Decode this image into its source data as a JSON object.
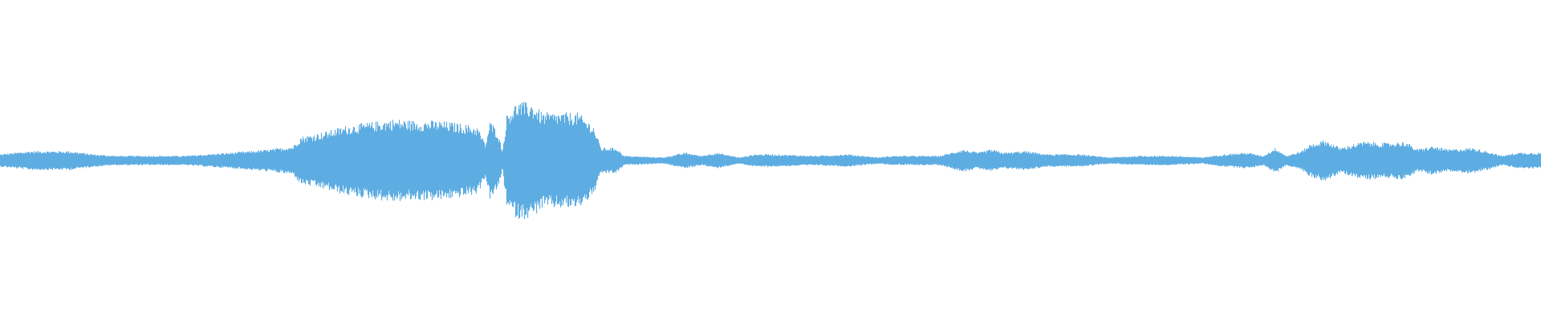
{
  "waveform": {
    "color": "#5dade2",
    "background": "#ffffff",
    "envelope": [
      [
        0.0,
        0.04
      ],
      [
        0.02,
        0.06
      ],
      [
        0.045,
        0.06
      ],
      [
        0.06,
        0.04
      ],
      [
        0.075,
        0.03
      ],
      [
        0.09,
        0.03
      ],
      [
        0.12,
        0.03
      ],
      [
        0.15,
        0.05
      ],
      [
        0.175,
        0.07
      ],
      [
        0.19,
        0.09
      ],
      [
        0.195,
        0.15
      ],
      [
        0.21,
        0.18
      ],
      [
        0.225,
        0.22
      ],
      [
        0.24,
        0.24
      ],
      [
        0.255,
        0.26
      ],
      [
        0.27,
        0.25
      ],
      [
        0.285,
        0.25
      ],
      [
        0.3,
        0.23
      ],
      [
        0.31,
        0.21
      ],
      [
        0.315,
        0.1
      ],
      [
        0.318,
        0.25
      ],
      [
        0.323,
        0.18
      ],
      [
        0.326,
        0.06
      ],
      [
        0.329,
        0.3
      ],
      [
        0.336,
        0.37
      ],
      [
        0.345,
        0.36
      ],
      [
        0.352,
        0.3
      ],
      [
        0.36,
        0.3
      ],
      [
        0.375,
        0.3
      ],
      [
        0.385,
        0.22
      ],
      [
        0.39,
        0.08
      ],
      [
        0.4,
        0.08
      ],
      [
        0.405,
        0.03
      ],
      [
        0.43,
        0.02
      ],
      [
        0.445,
        0.05
      ],
      [
        0.455,
        0.03
      ],
      [
        0.465,
        0.05
      ],
      [
        0.48,
        0.02
      ],
      [
        0.49,
        0.04
      ],
      [
        0.5,
        0.04
      ],
      [
        0.53,
        0.03
      ],
      [
        0.55,
        0.04
      ],
      [
        0.57,
        0.02
      ],
      [
        0.58,
        0.03
      ],
      [
        0.6,
        0.03
      ],
      [
        0.61,
        0.03
      ],
      [
        0.625,
        0.07
      ],
      [
        0.635,
        0.05
      ],
      [
        0.643,
        0.07
      ],
      [
        0.652,
        0.05
      ],
      [
        0.665,
        0.06
      ],
      [
        0.68,
        0.04
      ],
      [
        0.7,
        0.04
      ],
      [
        0.72,
        0.02
      ],
      [
        0.74,
        0.03
      ],
      [
        0.76,
        0.03
      ],
      [
        0.78,
        0.02
      ],
      [
        0.795,
        0.04
      ],
      [
        0.81,
        0.05
      ],
      [
        0.82,
        0.03
      ],
      [
        0.828,
        0.08
      ],
      [
        0.835,
        0.03
      ],
      [
        0.845,
        0.06
      ],
      [
        0.85,
        0.1
      ],
      [
        0.86,
        0.13
      ],
      [
        0.87,
        0.08
      ],
      [
        0.885,
        0.12
      ],
      [
        0.9,
        0.11
      ],
      [
        0.912,
        0.12
      ],
      [
        0.92,
        0.07
      ],
      [
        0.93,
        0.09
      ],
      [
        0.94,
        0.07
      ],
      [
        0.955,
        0.08
      ],
      [
        0.965,
        0.06
      ],
      [
        0.975,
        0.03
      ],
      [
        0.985,
        0.05
      ],
      [
        1.0,
        0.05
      ]
    ]
  }
}
